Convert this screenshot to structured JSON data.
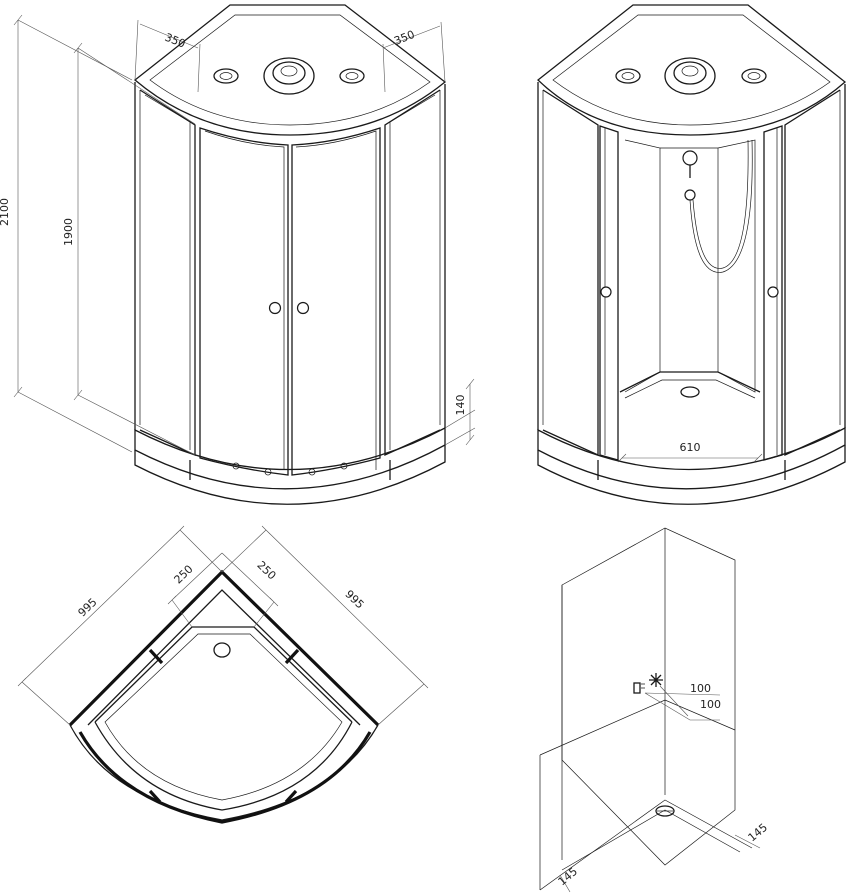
{
  "drawing": {
    "front_view": {
      "total_height": "2100",
      "door_height": "1900",
      "tray_height": "140",
      "top_left": "350",
      "top_right": "350"
    },
    "open_view": {
      "opening_width": "610"
    },
    "plan_view": {
      "left_width": "995",
      "right_width": "995",
      "inner_left": "250",
      "inner_right": "250"
    },
    "install_view": {
      "dim_a": "100",
      "dim_b": "100",
      "floor_left": "145",
      "floor_right": "145"
    }
  }
}
